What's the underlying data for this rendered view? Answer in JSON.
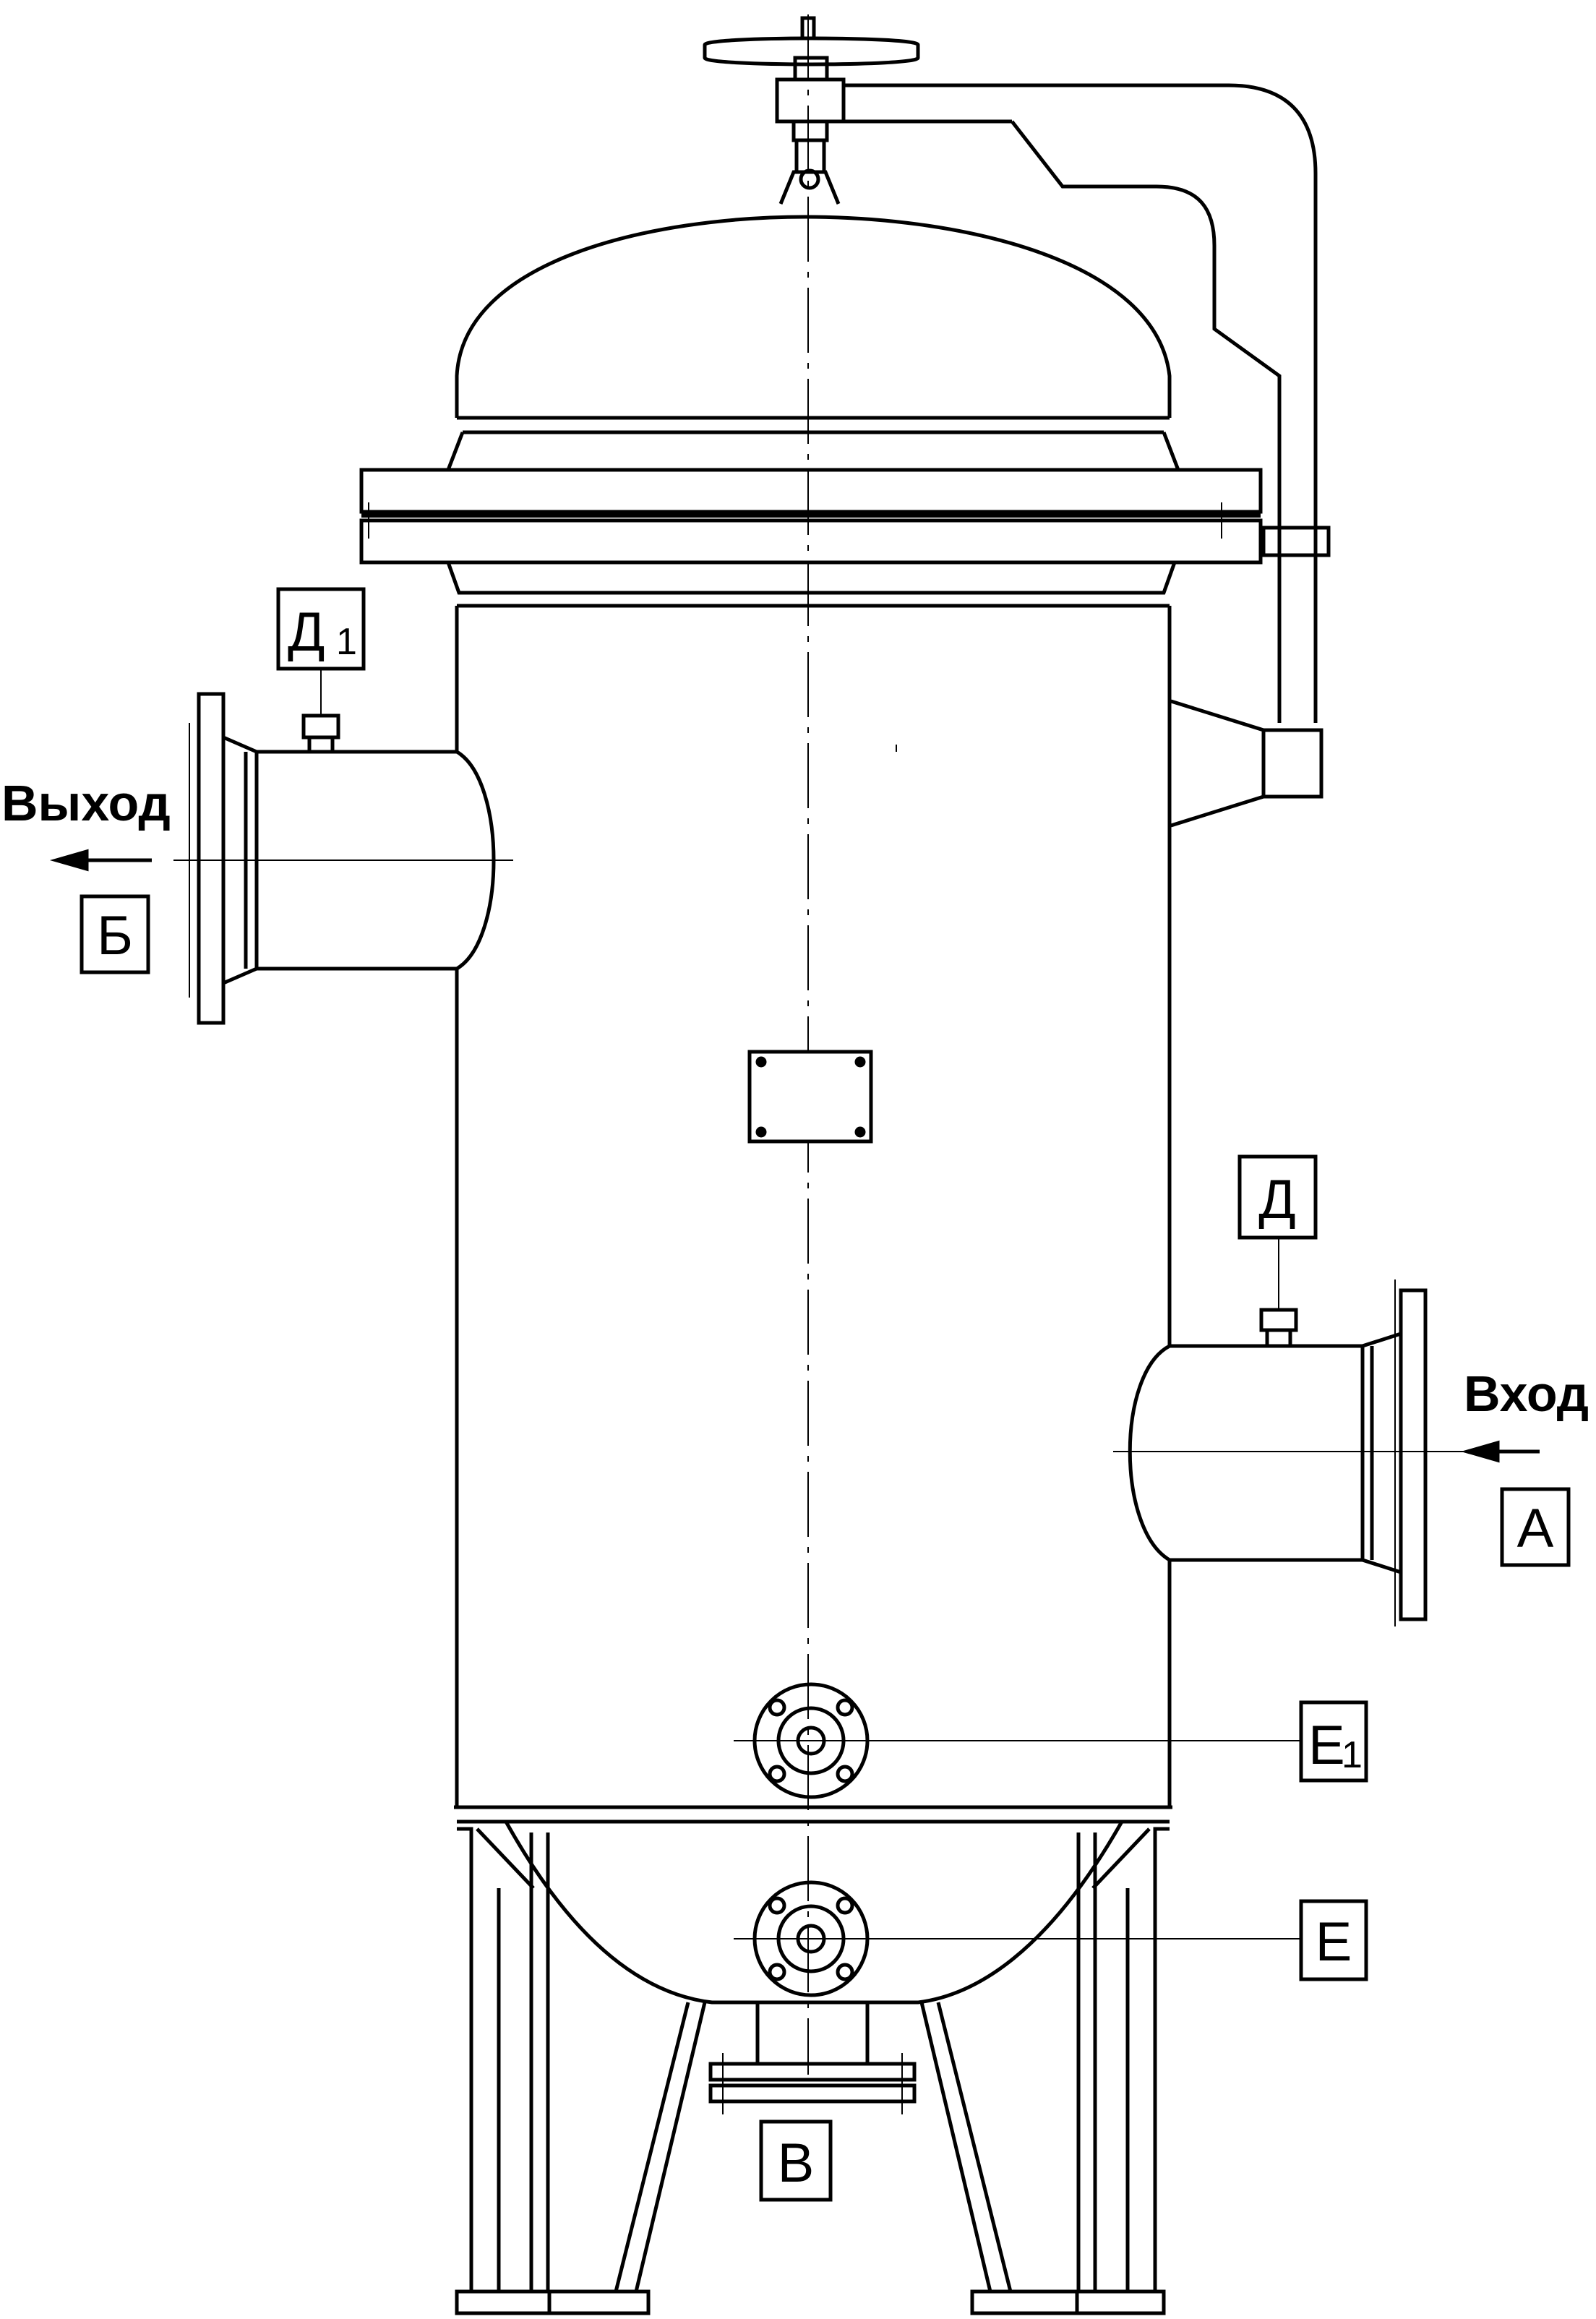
{
  "ports": {
    "outlet": {
      "caption": "Выход",
      "letter": "Б"
    },
    "inlet": {
      "caption": "Вход",
      "letter": "А"
    },
    "bottom_drain": {
      "letter": "В"
    },
    "vent_outlet": {
      "letter": "Д",
      "subscript": "1"
    },
    "vent_inlet": {
      "letter": "Д"
    },
    "drain_upper": {
      "letter": "Е",
      "subscript": "1"
    },
    "drain_lower": {
      "letter": "Е"
    }
  },
  "colors": {
    "ink": "#000000",
    "paper": "#ffffff"
  }
}
